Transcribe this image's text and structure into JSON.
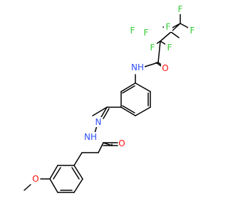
{
  "colors": {
    "bond": "#000000",
    "carbon": "#000000",
    "fluorine": "#33cc33",
    "oxygen": "#ff0d0d",
    "nitrogen": "#3050f8"
  },
  "atoms": [
    {
      "id": "F1",
      "label": "F",
      "element": "fluorine"
    },
    {
      "id": "F2",
      "label": "F",
      "element": "fluorine"
    },
    {
      "id": "F3",
      "label": "F",
      "element": "fluorine"
    },
    {
      "id": "F4",
      "label": "F",
      "element": "fluorine"
    },
    {
      "id": "F5",
      "label": "F",
      "element": "fluorine"
    },
    {
      "id": "F6",
      "label": "F",
      "element": "fluorine"
    },
    {
      "id": "F7",
      "label": "F",
      "element": "fluorine"
    },
    {
      "id": "O1",
      "label": "O",
      "element": "oxygen"
    },
    {
      "id": "N1",
      "label": "NH",
      "element": "nitrogen"
    },
    {
      "id": "N2",
      "label": "N",
      "element": "nitrogen"
    },
    {
      "id": "N3",
      "label": "NH",
      "element": "nitrogen"
    },
    {
      "id": "O2",
      "label": "O",
      "element": "oxygen"
    },
    {
      "id": "O3",
      "label": "O",
      "element": "oxygen"
    }
  ]
}
